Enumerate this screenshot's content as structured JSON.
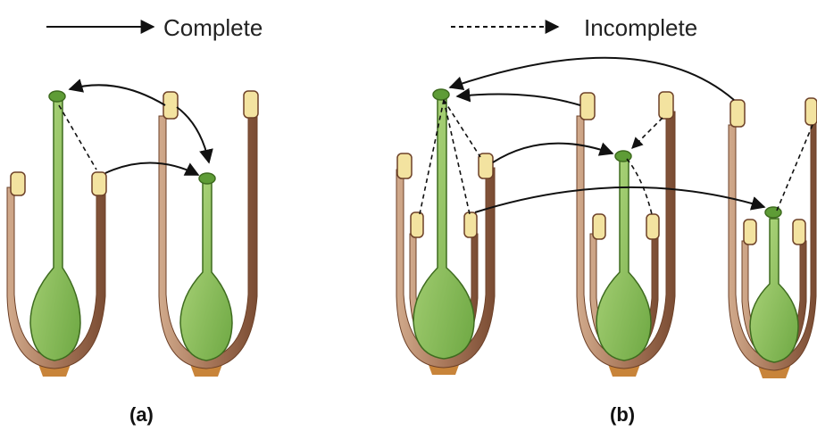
{
  "legend": {
    "complete_label": "Complete",
    "incomplete_label": "Incomplete"
  },
  "panels": {
    "a_label": "(a)",
    "b_label": "(b)"
  },
  "colors": {
    "pistil_green": "#5e9c36",
    "ovary_light": "#9fcf6a",
    "stamen_brown": "#8b5a3c",
    "stamen_light": "#c8a184",
    "anther_yellow": "#f3e3a0",
    "receptacle": "#c8843a",
    "arrow": "#111111"
  }
}
